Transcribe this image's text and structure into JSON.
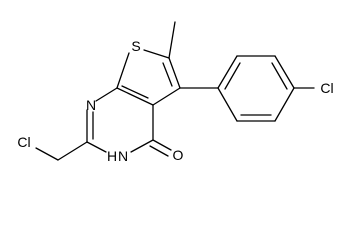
{
  "molecule": {
    "atoms": {
      "sulfur": "S",
      "n1": "N",
      "n3h": "H",
      "n3": "N",
      "carbonyl_oxygen": "O",
      "chloromethyl_cl": "Cl",
      "aryl_cl": "Cl"
    }
  },
  "colors": {
    "bond": "#000000",
    "label": "#000000",
    "background": "#ffffff"
  }
}
